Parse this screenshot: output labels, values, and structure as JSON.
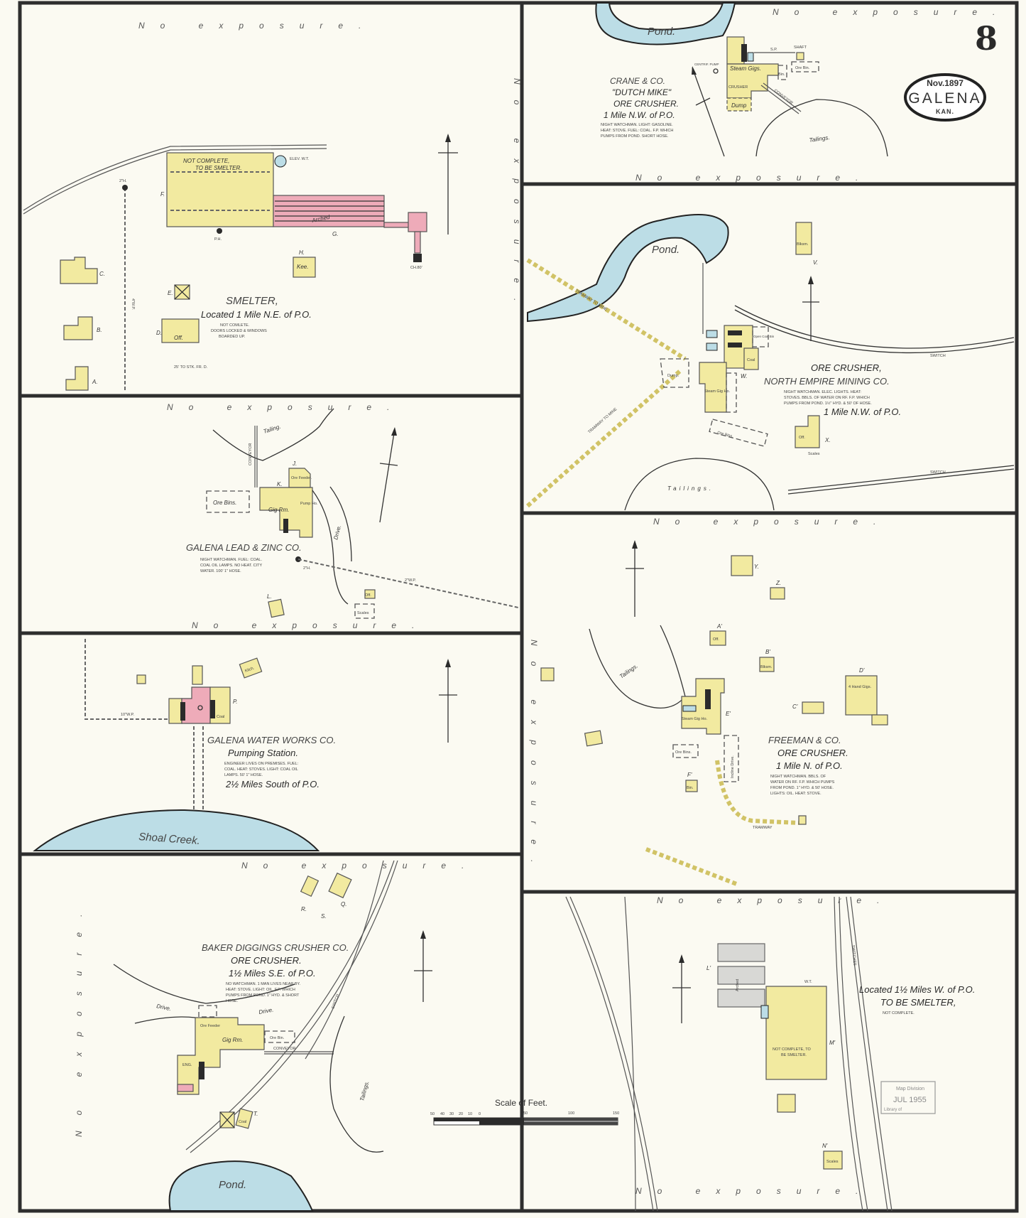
{
  "title_block": {
    "sheet_number": "8",
    "date": "Nov.1897",
    "city": "GALENA",
    "state": "KAN."
  },
  "no_exposure": "No exposure.",
  "scale": {
    "label": "Scale of Feet.",
    "ticks": [
      "50",
      "40",
      "30",
      "20",
      "10",
      "0",
      "50",
      "100",
      "150"
    ]
  },
  "stamp": {
    "line1": "Map Division",
    "line2": "JUL 1955",
    "line3": "Library of"
  },
  "colors": {
    "frame_construction": "#f2eaa0",
    "brick": "#eeabb9",
    "water": "#bcdde6",
    "iron_clad": "#d8d8d5"
  },
  "smelter": {
    "name": "SMELTER,",
    "location": "Located 1 Mile N.E. of P.O.",
    "notes": [
      "NOT COMLETE.",
      "DOORS LOCKED & WINDOWS",
      "BOARDED UP."
    ],
    "main_building_note": [
      "NOT COMPLETE,",
      "TO BE SMELTER."
    ],
    "labels": {
      "water_tank": "ELEV. W.T.",
      "f": "F.",
      "g": "G.",
      "ph": "P.H.",
      "h": "H.",
      "kee": "Kee.",
      "chimney": "CH.80'",
      "e": "E.",
      "d": "D.",
      "off": "Off.",
      "c": "C.",
      "b": "B.",
      "a": "A.",
      "pipe": "2\"H.",
      "wp": "4\"W.P.",
      "arched": "Arched",
      "to_stk": "25' TO STK. FR. D."
    }
  },
  "lead_zinc": {
    "name": "GALENA LEAD & ZINC CO.",
    "notes": [
      "NIGHT WATCHMAN. FUEL: COAL.",
      "COAL OIL LAMPS. NO HEAT. CITY",
      "WATER. 100' 1\" HOSE."
    ],
    "labels": {
      "tailing": "Tailing.",
      "conveyor": "CONVEYOR",
      "ore_bins": "Ore Bins.",
      "ore_feeder": "Ore Feeder.",
      "gig_rm": "Gig Rm.",
      "pump_ho": "Pump Ho.",
      "drive": "Drive.",
      "hydrant": "2\"H.",
      "pipe": "2\"W.P.",
      "scales": "Scales",
      "off": "Off.",
      "j": "J.",
      "k": "K.",
      "l": "L."
    }
  },
  "water_works": {
    "name": "GALENA WATER WORKS CO.",
    "subtitle": "Pumping Station.",
    "notes": [
      "ENGINEER LIVES ON PREMISES. FUEL:",
      "COAL. HEAT: STOVES. LIGHT: COAL OIL",
      "LAMPS. 50' 1\" HOSE."
    ],
    "location": "2½ Miles South of P.O.",
    "labels": {
      "creek": "Shoal Creek.",
      "kitch": "Kitch.",
      "coal": "Coal",
      "p": "P.",
      "pipe": "10\"W.P."
    }
  },
  "baker": {
    "name": "BAKER DIGGINGS CRUSHER CO.",
    "subtitle": "ORE CRUSHER.",
    "location": "1½ Miles S.E. of P.O.",
    "notes": [
      "NO WATCHMAN. 1 MAN LIVES NEAR BY.",
      "HEAT: STOVE. LIGHT: OIL. F.P. WHICH",
      "PUMPS FROM POND. 1\" HYD. & SHORT",
      "HOSE."
    ],
    "labels": {
      "drive1": "Drive.",
      "drive2": "Drive.",
      "ore_feeder": "Ore Feeder",
      "gig_rm": "Gig Rm.",
      "ore_bin": "Ore Bin.",
      "conveyor": "CONVEYOR",
      "tailings": "Tailings.",
      "switch": "SWITCH",
      "pond": "Pond.",
      "coal": "Coal",
      "eng": "ENG.",
      "t": "T.",
      "q": "Q.",
      "r": "R.",
      "s": "S."
    }
  },
  "crane": {
    "name": "CRANE & CO.",
    "alias": "\"DUTCH MIKE\"",
    "subtitle": "ORE CRUSHER.",
    "location": "1 Mile N.W. of P.O.",
    "notes": [
      "NIGHT WATCHMAN. LIGHT: GASOLINE.",
      "HEAT: STOVE. FUEL: COAL. F.P. WHICH",
      "PUMPS FROM POND. SHORT HOSE."
    ],
    "labels": {
      "pond": "Pond.",
      "steam_gigs": "Steam Gigs.",
      "ore_bin": "Ore Bin.",
      "bin": "Bin.",
      "shaft": "SHAFT",
      "dump": "Dump",
      "crusher": "CRUSHER",
      "tailings": "Tailings.",
      "conveyor": "CONVEYOR",
      "centrif_pump": "CENTRIF. PUMP",
      "sp": "S.P."
    }
  },
  "north_empire": {
    "name": "NORTH EMPIRE MINING CO.",
    "subtitle": "ORE CRUSHER,",
    "location": "1 Mile N.W. of P.O.",
    "notes": [
      "NIGHT WATCHMAN. ELEC. LIGHTS. HEAT:",
      "STOVES. BBLS. OF WATER ON RF. F.P. WHICH",
      "PUMPS FROM POND. 1½\" HYD. & 50' OF HOSE."
    ],
    "labels": {
      "pond": "Pond.",
      "tailings": "Tailings.",
      "switch1": "SWITCH",
      "switch2": "SWITCH",
      "steam_gig": "Steam Gig Ho.",
      "ore_bins": "Ore Bins.",
      "open_coal": "Open Coal Bin",
      "coal": "Coal",
      "dump": "Dump.",
      "blksm": "Blksm.",
      "scales": "Scales",
      "off": "Off.",
      "tramway1": "TRAMWAY TO MINE",
      "tramway2": "TRAMWAY TO MINE",
      "v": "V.",
      "w": "W.",
      "x": "X."
    }
  },
  "freeman": {
    "name": "FREEMAN & CO.",
    "subtitle": "ORE CRUSHER.",
    "location": "1 Mile N. of P.O.",
    "notes": [
      "NIGHT WATCHMAN. BBLS. OF",
      "WATER ON RF. F.P. WHICH PUMPS",
      "FROM POND. 1\" HYD. & 50' HOSE.",
      "LIGHTS: OIL. HEAT: STOVE."
    ],
    "labels": {
      "tailings": "Tailings.",
      "steam_gig": "Steam Gig Ho.",
      "ore_bins": "Ore Bins.",
      "incline_drive": "Incline Drive.",
      "hand_gigs": "4 Hand Gigs.",
      "d1": "D'",
      "e1": "E'",
      "f1": "F'",
      "bin": "Bin.",
      "a1": "A'",
      "b1": "B'",
      "c1": "C'",
      "blksm": "Blksm.",
      "y": "Y.",
      "z": "Z.",
      "off": "Off.",
      "tramway": "TRAMWAY"
    }
  },
  "west_smelter": {
    "location": "Located 1½ Miles W. of P.O.",
    "name": "TO BE SMELTER,",
    "note": "NOT COMPLETE.",
    "main_building_note": [
      "NOT COMPLETE, TO",
      "BE SMELTER."
    ],
    "labels": {
      "switches": "SWITCHES",
      "arched": "Arched",
      "m1": "M'",
      "l1": "L'",
      "n1": "N'",
      "scales": "Scales",
      "wt": "W.T."
    }
  }
}
